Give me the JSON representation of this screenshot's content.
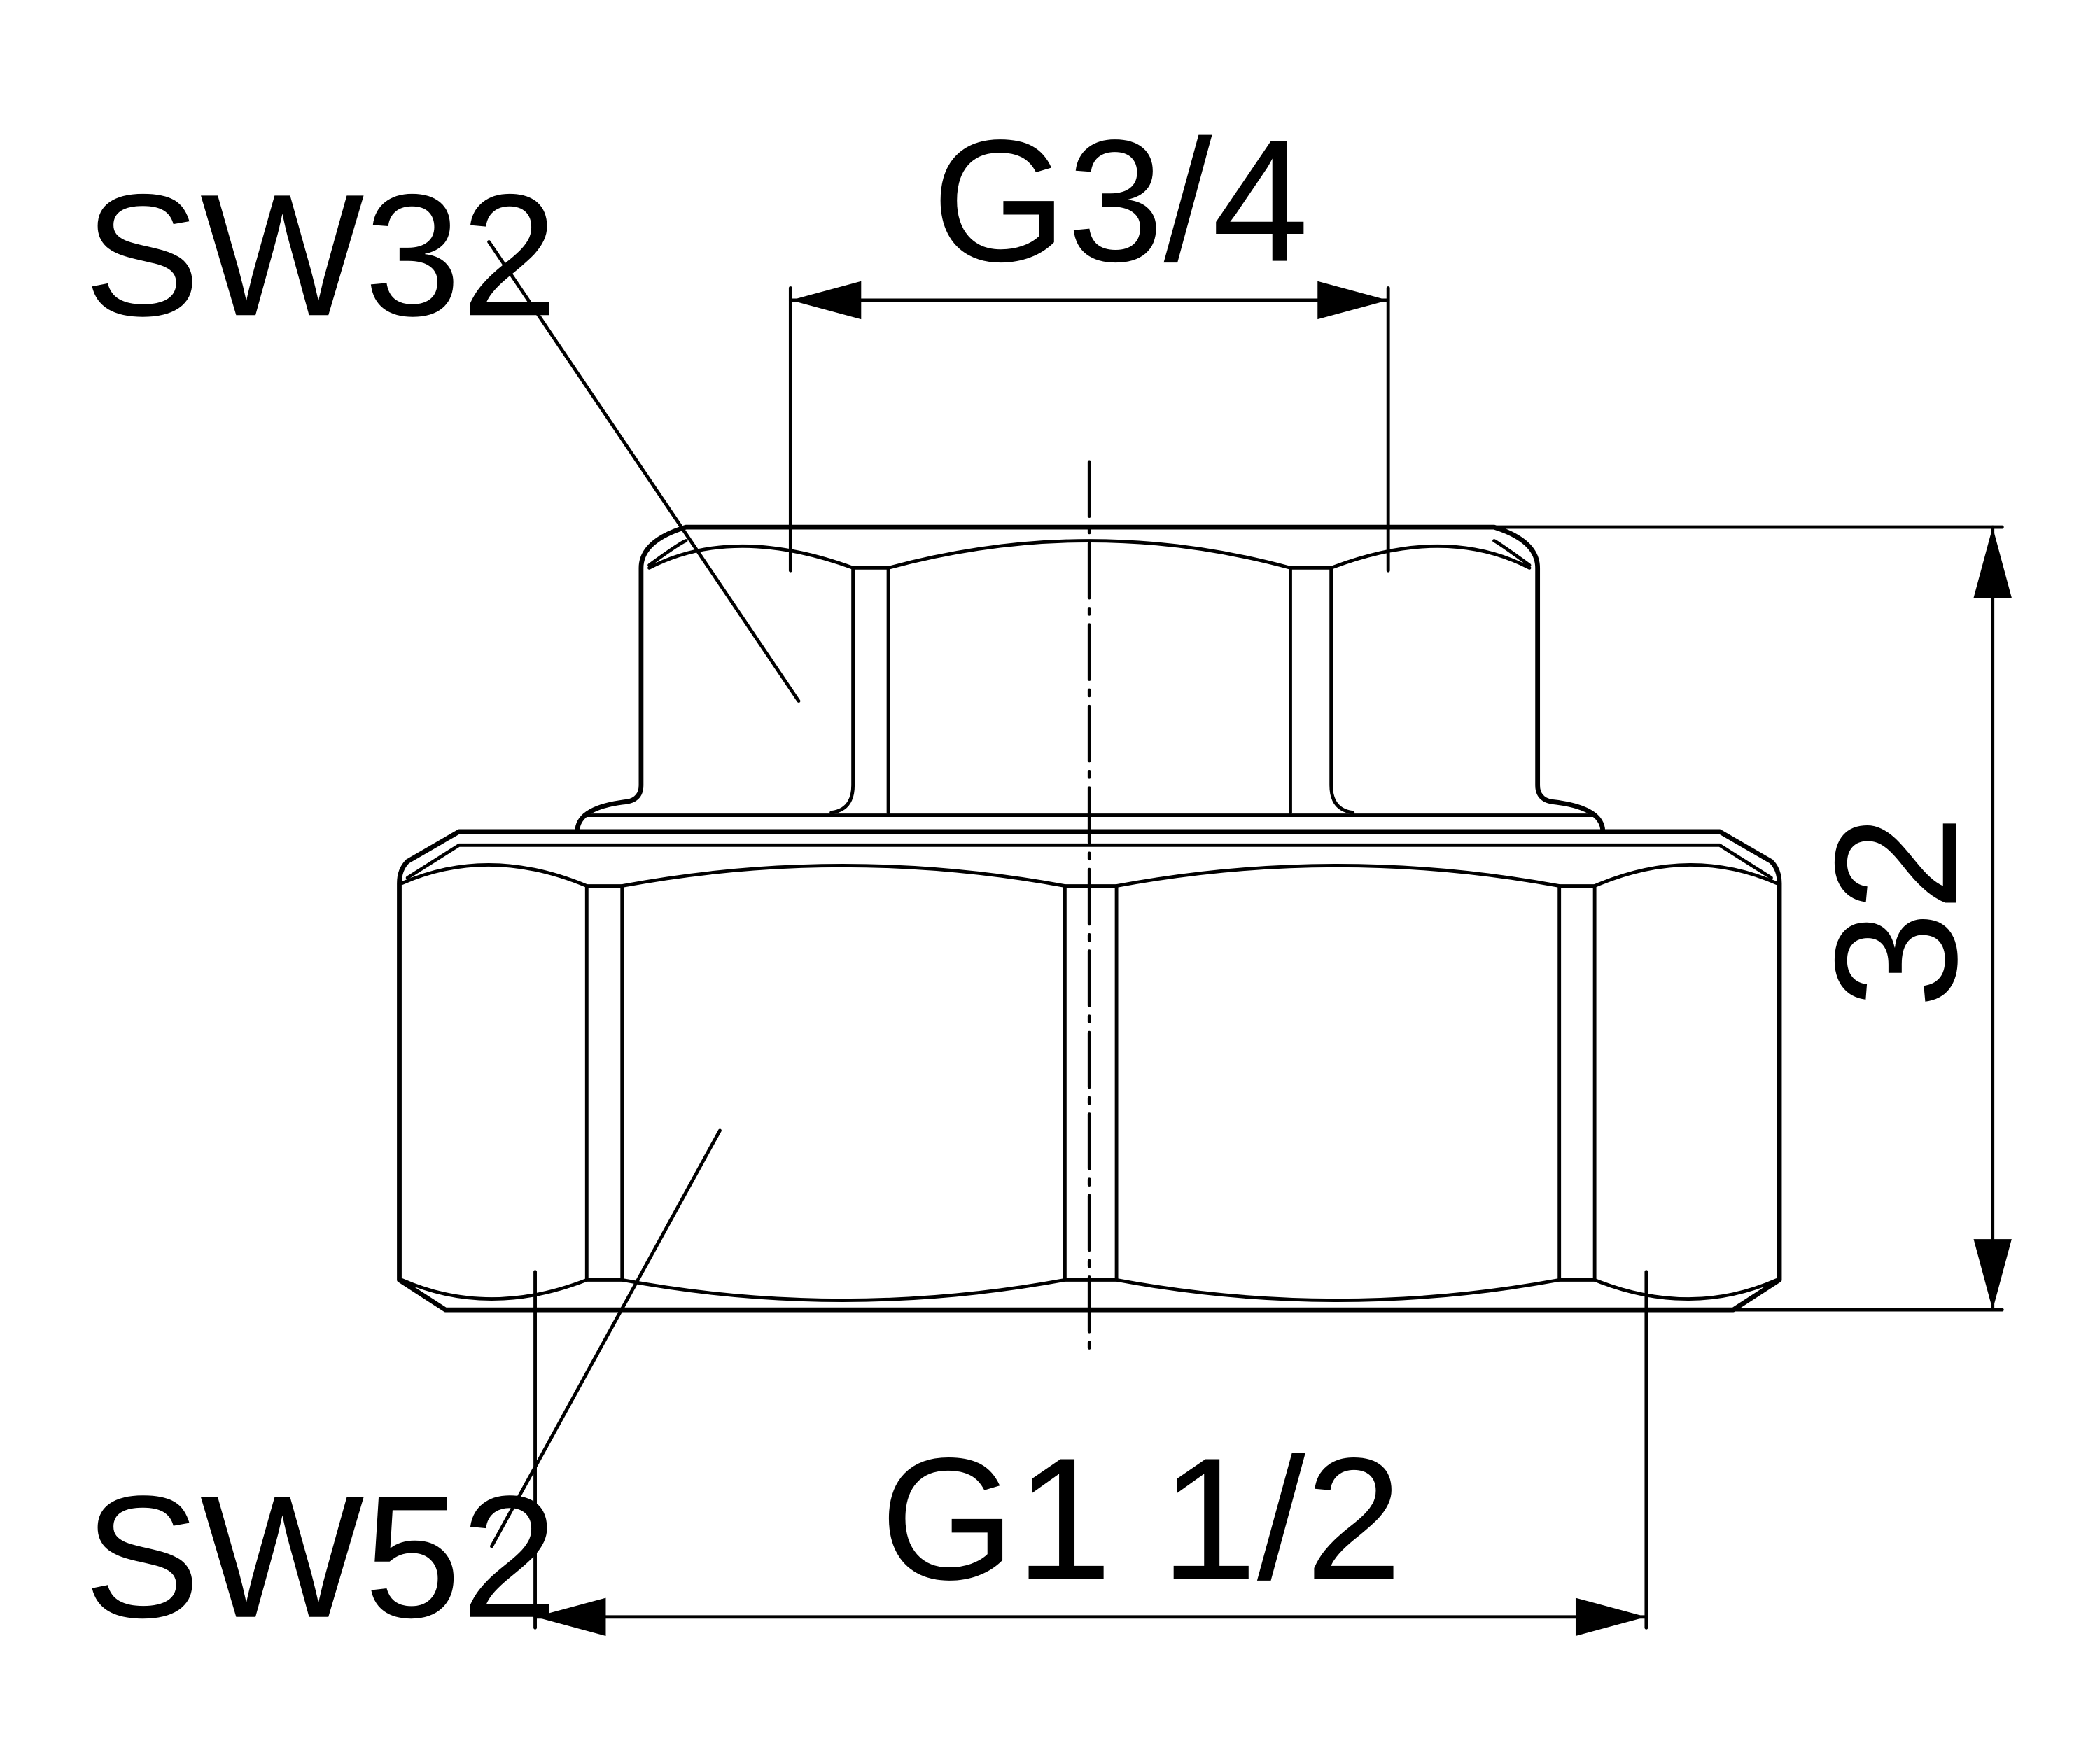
{
  "labels": {
    "wrench_size_top": "SW32",
    "thread_top": "G3/4",
    "wrench_size_bottom": "SW52",
    "thread_bottom": "G1 1/2",
    "height": "32"
  },
  "colors": {
    "ink": "#000000",
    "background": "#ffffff"
  }
}
